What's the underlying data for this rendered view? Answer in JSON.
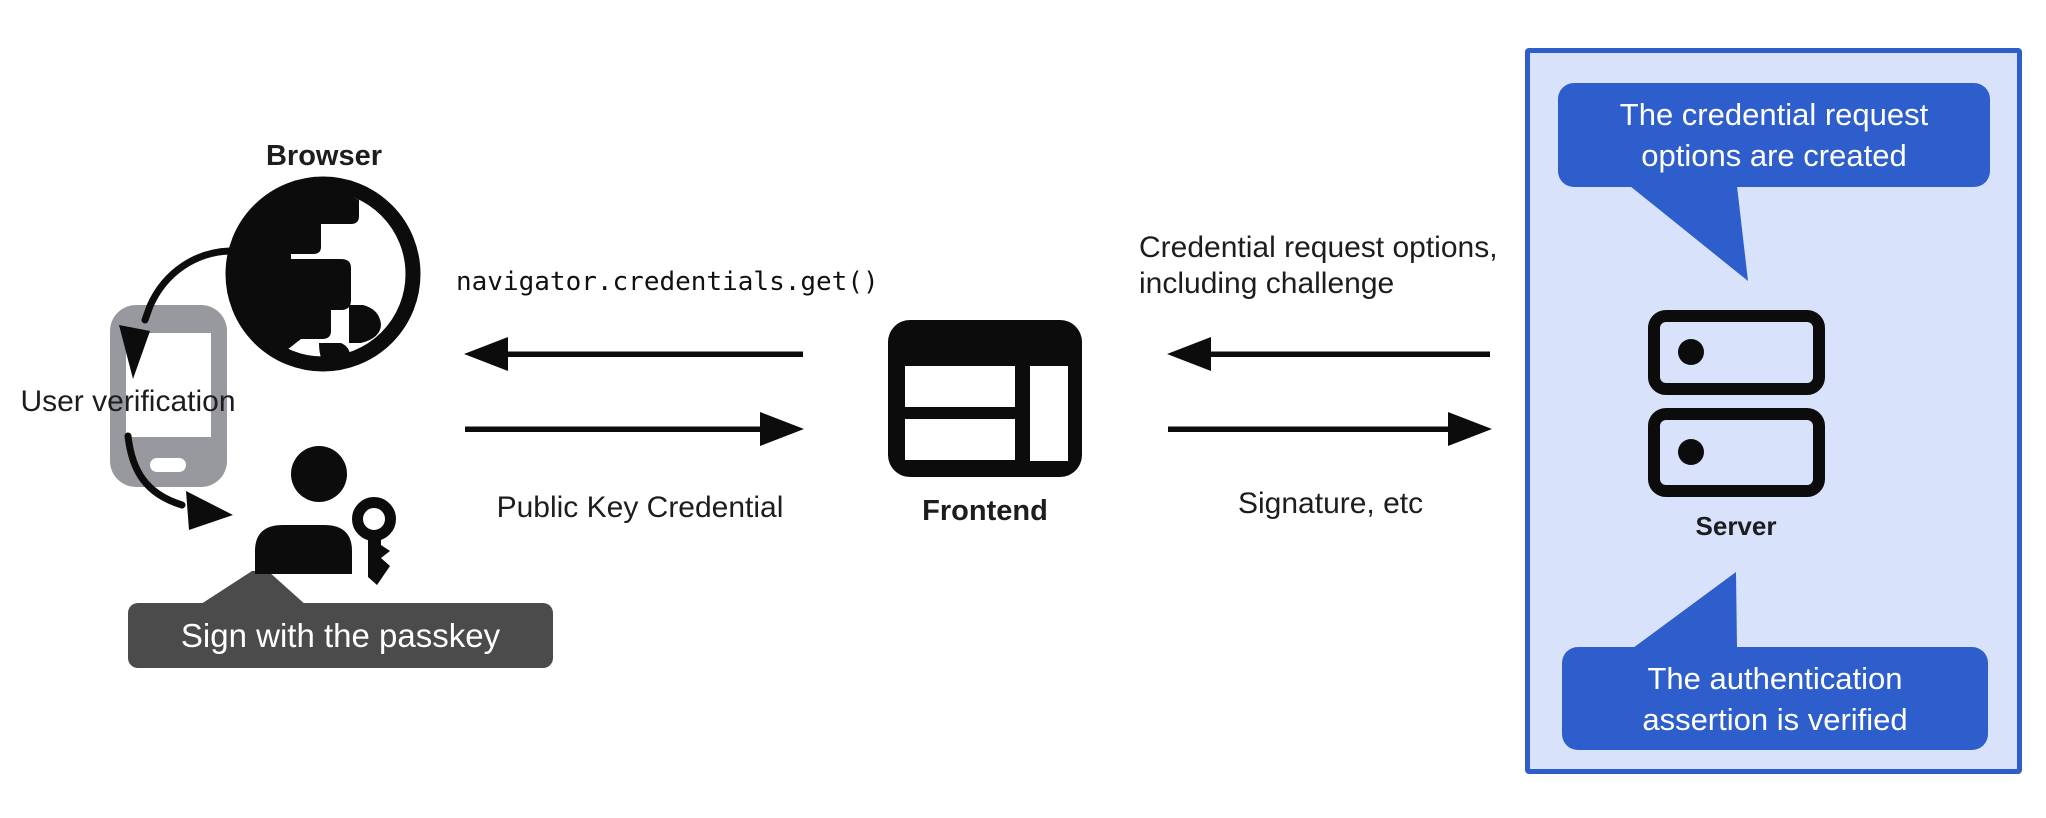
{
  "colors": {
    "accent_blue": "#2e5ecb",
    "panel_bg": "#d8e2fb",
    "tooltip_gray": "#4b4b4b",
    "phone_gray": "#97999e",
    "ink": "#0c0c0c",
    "text_dark": "#1d1d1f"
  },
  "client": {
    "browser_label": "Browser",
    "user_verification_label": "User verification",
    "passkey_tooltip": "Sign with the passkey"
  },
  "frontend": {
    "label": "Frontend",
    "call_to_browser": "navigator.credentials.get()",
    "response_from_browser": "Public Key Credential"
  },
  "server": {
    "label": "Server",
    "request_to_frontend": "Credential request options,\nincluding challenge",
    "response_from_frontend": "Signature, etc",
    "bubble_top": "The credential request\noptions are created",
    "bubble_bottom": "The authentication\nassertion is verified"
  },
  "icons": {
    "browser": "globe-icon",
    "device": "phone-icon",
    "user": "user-passkey-icon",
    "frontend": "browser-window-icon",
    "server": "server-stack-icon"
  }
}
